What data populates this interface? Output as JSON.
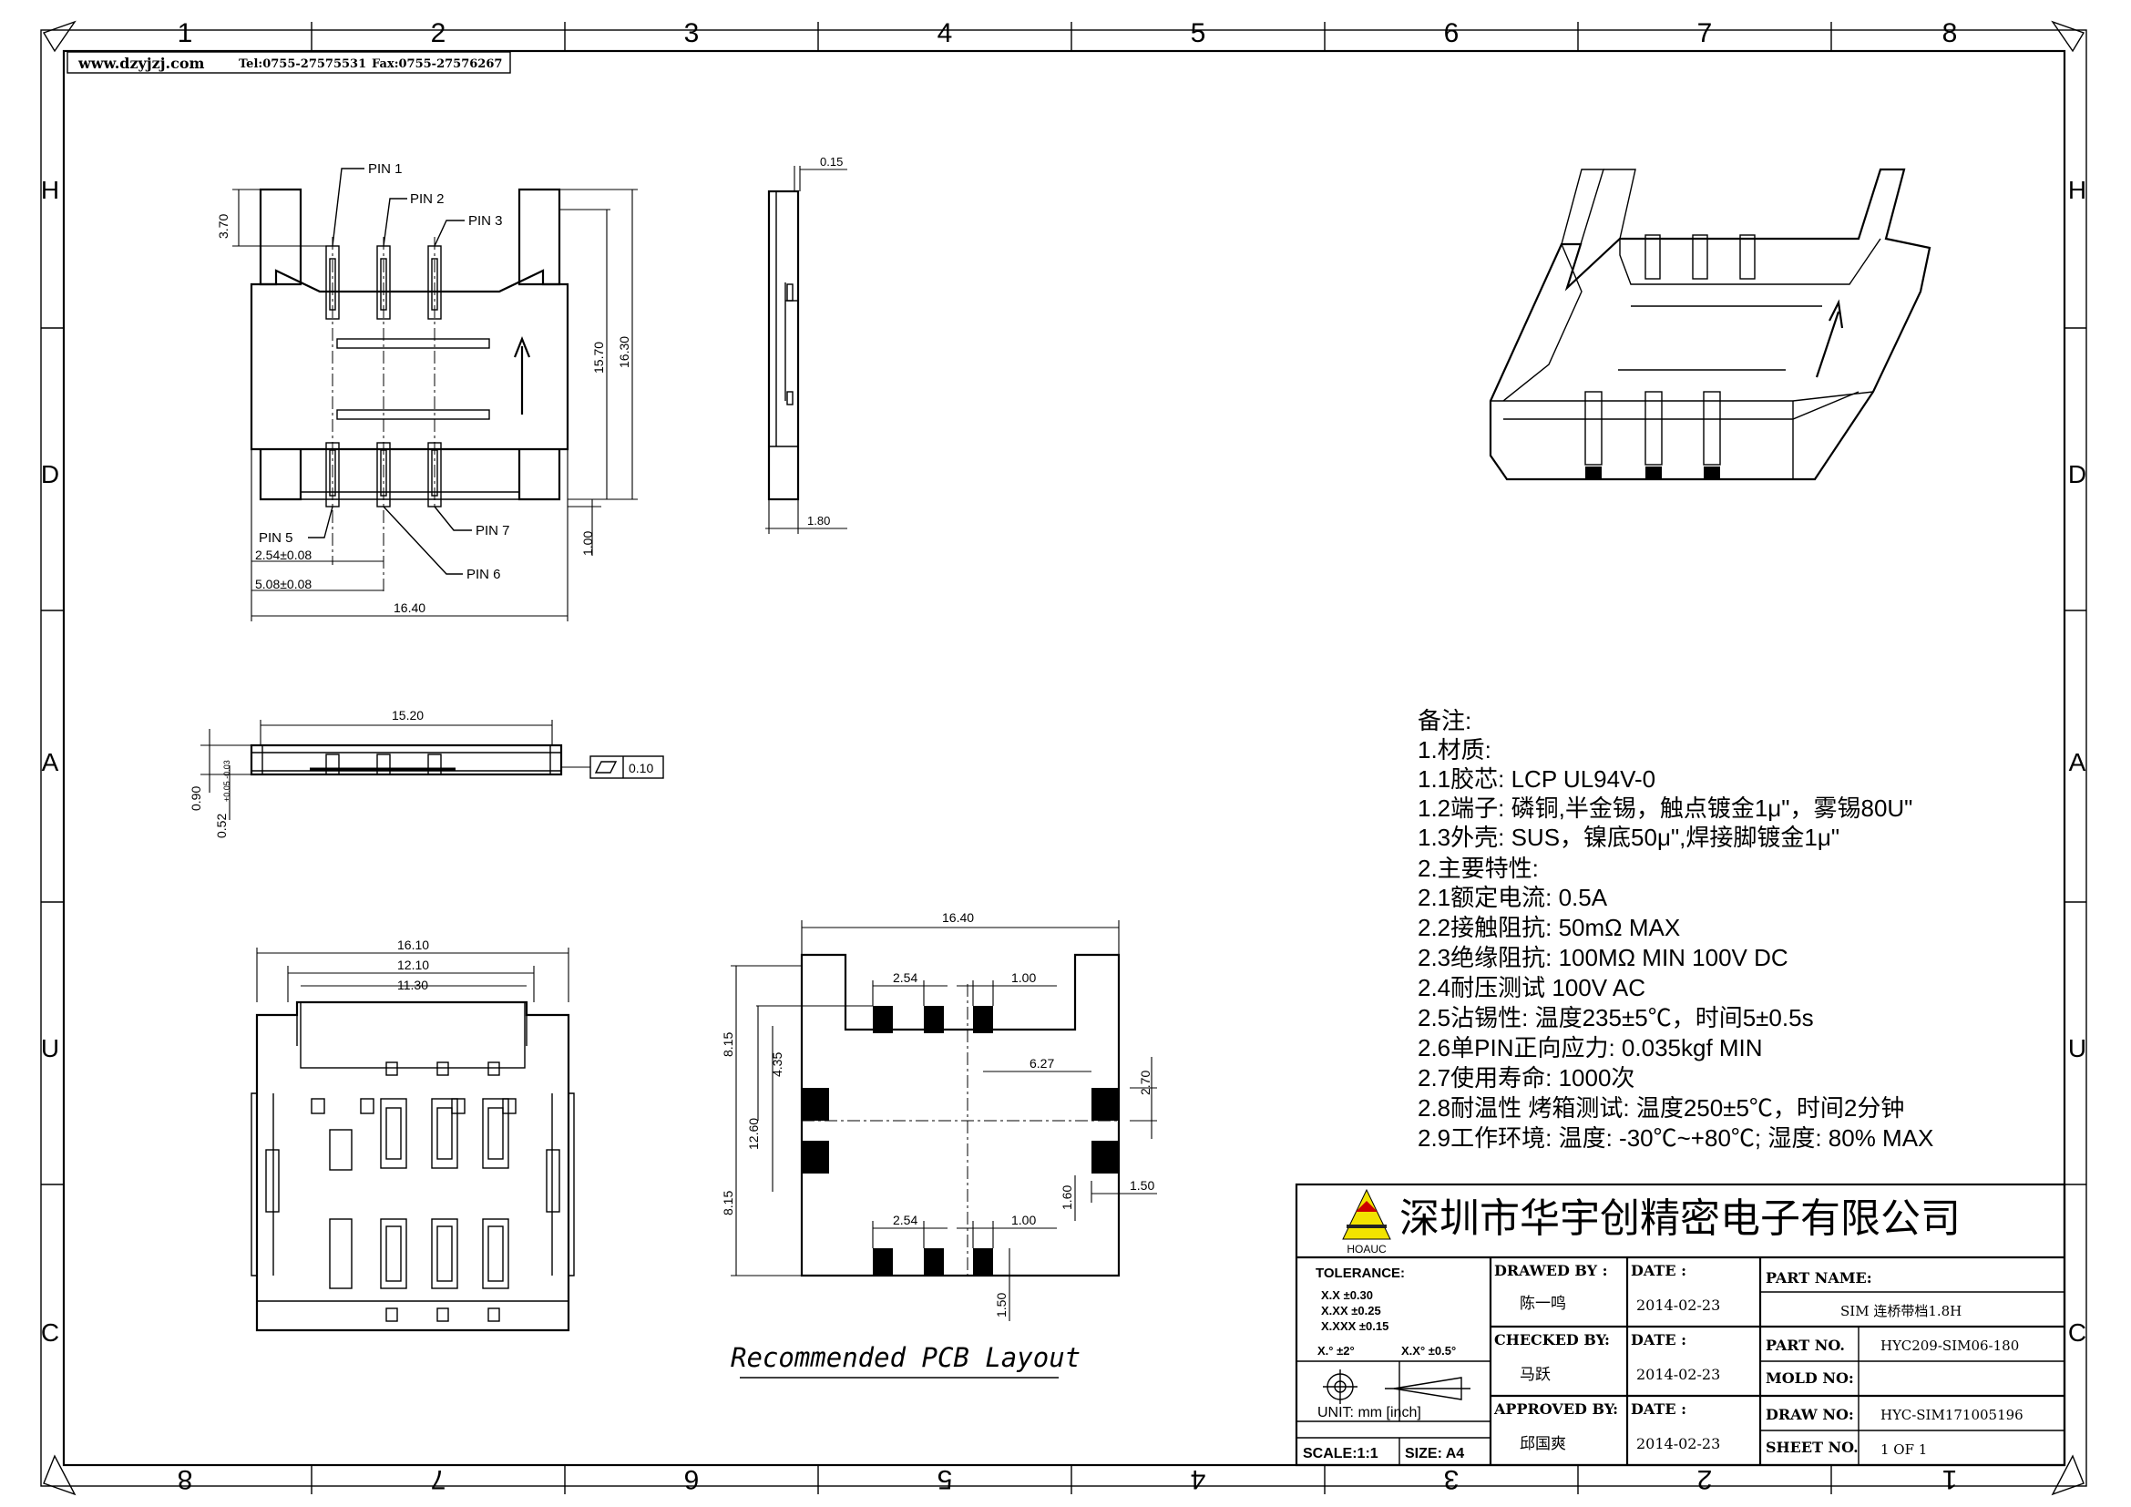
{
  "header": {
    "website": "www.dzyjzj.com",
    "tel": "Tel:0755-27575531",
    "fax": "Fax:0755-27576267"
  },
  "frame": {
    "top_cols": [
      "1",
      "2",
      "3",
      "4",
      "5",
      "6",
      "7",
      "8"
    ],
    "bottom_cols": [
      "8",
      "7",
      "6",
      "5",
      "4",
      "3",
      "2",
      "1"
    ],
    "left_rows": [
      "H",
      "D",
      "A",
      "U",
      "C"
    ],
    "right_rows": [
      "H",
      "D",
      "A",
      "U",
      "C"
    ]
  },
  "top_view": {
    "pins": [
      "PIN 1",
      "PIN 2",
      "PIN 3",
      "PIN 5",
      "PIN 7",
      "PIN 6"
    ],
    "dims": {
      "d370": "3.70",
      "d1570": "15.70",
      "d1630": "16.30",
      "d100": "1.00",
      "d254": "2.54±0.08",
      "d508": "5.08±0.08",
      "d1640": "16.40"
    }
  },
  "side_view": {
    "d015": "0.15",
    "d180": "1.80"
  },
  "front_view": {
    "d1520": "15.20",
    "d090": "0.90",
    "d052": "0.52",
    "d052_tol": "+0.05 -0.03",
    "flatness": "0.10"
  },
  "bottom_view": {
    "d1610": "16.10",
    "d1210": "12.10",
    "d1130": "11.30"
  },
  "pcb_layout": {
    "title": "Recommended PCB Layout",
    "dims": {
      "d1640": "16.40",
      "d254a": "2.54",
      "d100a": "1.00",
      "d815a": "8.15",
      "d435": "4.35",
      "d627": "6.27",
      "d270": "2.70",
      "d1260": "12.60",
      "d815b": "8.15",
      "d160": "1.60",
      "d150a": "1.50",
      "d254b": "2.54",
      "d100b": "1.00",
      "d150b": "1.50"
    }
  },
  "notes": [
    "备注:",
    "1.材质:",
    "1.1胶芯: LCP UL94V-0",
    "1.2端子: 磷铜,半金锡，触点镀金1μ\"，雾锡80U\"",
    "1.3外壳: SUS，镍底50μ\",焊接脚镀金1μ\"",
    "2.主要特性:",
    "2.1额定电流: 0.5A",
    "2.2接触阻抗: 50mΩ MAX",
    "2.3绝缘阻抗: 100MΩ MIN 100V DC",
    "2.4耐压测试  100V AC",
    "2.5沾锡性: 温度235±5℃，时间5±0.5s",
    "2.6单PIN正向应力: 0.035kgf MIN",
    "2.7使用寿命: 1000次",
    "2.8耐温性 烤箱测试: 温度250±5℃，时间2分钟",
    "2.9工作环境: 温度: -30℃~+80℃; 湿度: 80% MAX"
  ],
  "title_block": {
    "company": "深圳市华宇创精密电子有限公司",
    "logo_text": "HOAUC",
    "tolerance_label": "TOLERANCE:",
    "tolerances": [
      "X.X      ±0.30",
      "X.XX    ±0.25",
      "X.XXX  ±0.15"
    ],
    "angle_tol_1": "X.°  ±2°",
    "angle_tol_2": "X.X°  ±0.5°",
    "unit": "UNIT:  mm  [inch]",
    "scale": "SCALE:1:1",
    "size": "SIZE: A4",
    "drawn_by_label": "DRAWED BY :",
    "drawn_by": "陈一鸣",
    "checked_by_label": "CHECKED BY:",
    "checked_by": "马跃",
    "approved_by_label": "APPROVED BY:",
    "approved_by": "邱国爽",
    "date_label": "DATE :",
    "date1": "2014-02-23",
    "date2": "2014-02-23",
    "date3": "2014-02-23",
    "part_name_label": "PART NAME:",
    "part_name": "SIM 连桥带档1.8H",
    "part_no_label": "PART NO.",
    "part_no": "HYC209-SIM06-180",
    "mold_no_label": "MOLD NO:",
    "mold_no": "",
    "draw_no_label": "DRAW NO:",
    "draw_no": "HYC-SIM171005196",
    "sheet_no_label": "SHEET NO.",
    "sheet_no": "1 OF 1"
  }
}
